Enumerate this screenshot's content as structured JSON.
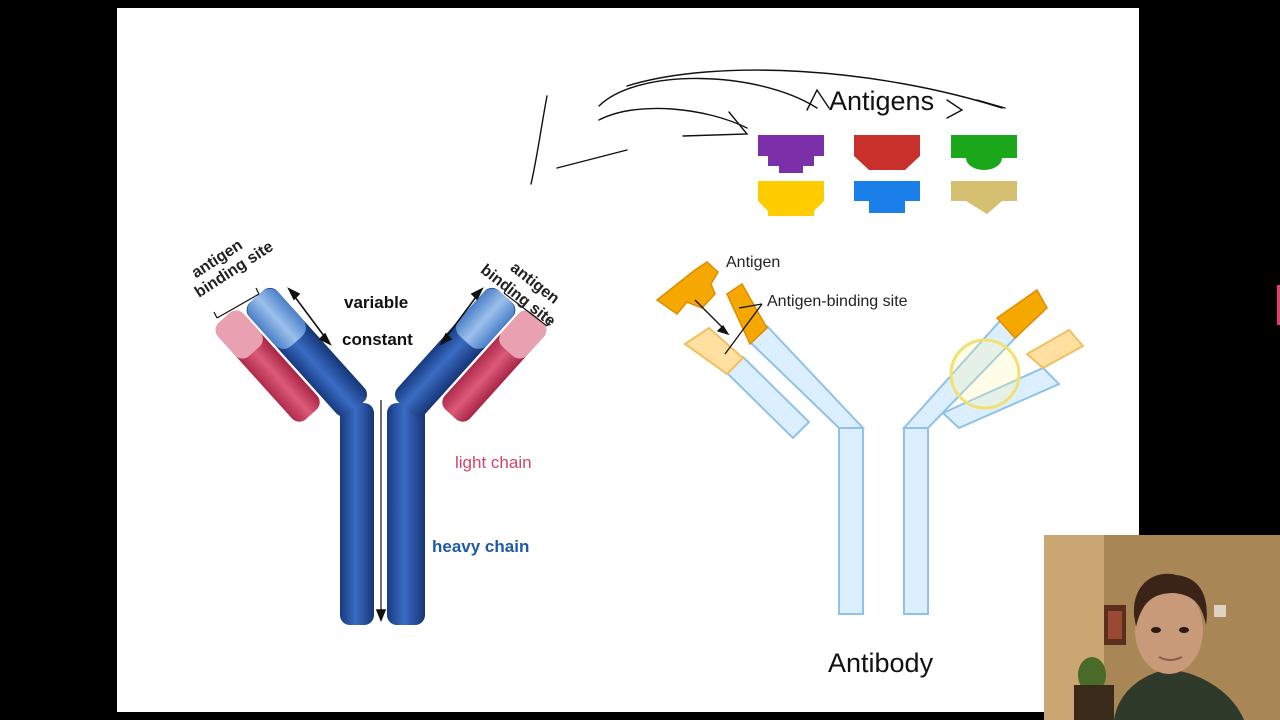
{
  "antigens_panel": {
    "title": "Antigens",
    "colors": [
      "#7b2fa8",
      "#c8302c",
      "#1aa81a",
      "#ffcc00",
      "#1a7fe8",
      "#d4c070"
    ]
  },
  "left_diagram": {
    "labels": {
      "binding_site_left": [
        "antigen",
        "binding site"
      ],
      "binding_site_right": [
        "antigen",
        "binding site"
      ],
      "variable": "variable",
      "constant": "constant",
      "light_chain": "light chain",
      "heavy_chain": "heavy chain"
    },
    "colors": {
      "heavy": "#1f4a9c",
      "heavy_tip": "#5a8fd6",
      "light": "#c63a5c",
      "light_tip": "#e9a0b0",
      "light_text": "#d2456a",
      "heavy_text": "#1f5aa8"
    }
  },
  "right_diagram": {
    "labels": {
      "antigen": "Antigen",
      "antigen_binding_site": "Antigen-binding site",
      "antibody": "Antibody"
    },
    "colors": {
      "chain_fill": "#dcefff",
      "chain_stroke": "#8fc2e8",
      "antigen": "#f5a800",
      "site": "#ffe0a0"
    }
  }
}
